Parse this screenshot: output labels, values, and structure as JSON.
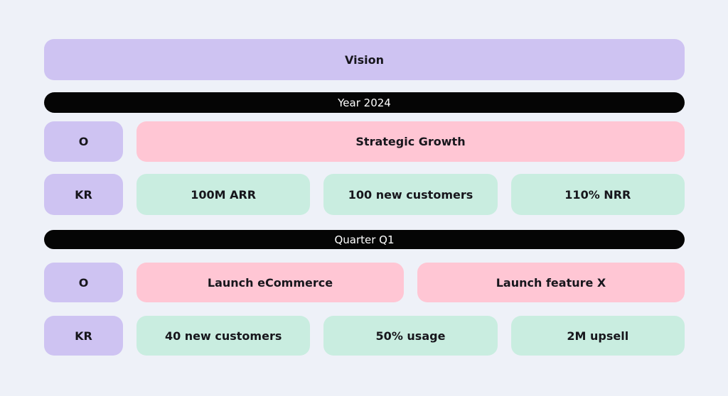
{
  "colors": {
    "background": "#EEF1F8",
    "purple": "#CEC3F2",
    "pink": "#FFC6D4",
    "mint": "#C9EDE0",
    "divider_bg": "#050505",
    "divider_text": "#FFFFFF",
    "text": "#17161C"
  },
  "vision": {
    "label": "Vision"
  },
  "year_section": {
    "divider_label": "Year 2024",
    "objective": {
      "tag": "O",
      "items": [
        "Strategic Growth"
      ]
    },
    "key_results": {
      "tag": "KR",
      "items": [
        "100M ARR",
        "100 new customers",
        "110% NRR"
      ]
    }
  },
  "quarter_section": {
    "divider_label": "Quarter Q1",
    "objective": {
      "tag": "O",
      "items": [
        "Launch eCommerce",
        "Launch feature X"
      ]
    },
    "key_results": {
      "tag": "KR",
      "items": [
        "40 new customers",
        "50% usage",
        "2M upsell"
      ]
    }
  }
}
